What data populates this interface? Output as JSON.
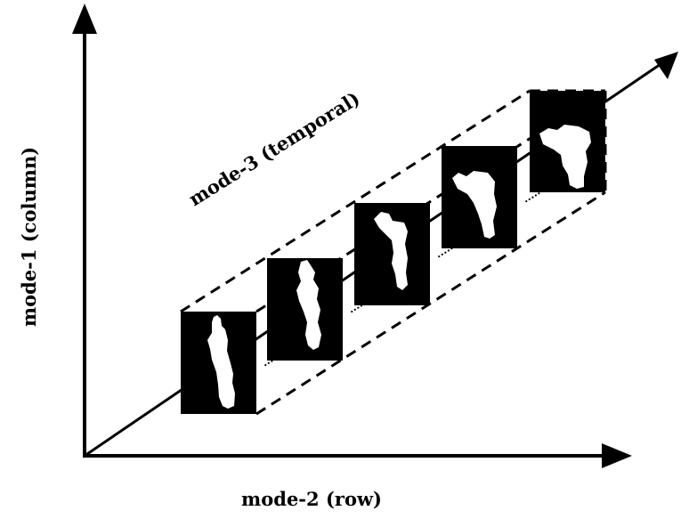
{
  "axes": {
    "mode1_label": "mode-1 (column)",
    "mode2_label": "mode-2 (row)",
    "mode3_label": "mode-3 (temporal)"
  },
  "frames": {
    "count": 5,
    "background_color": "#000000",
    "silhouette_color": "#ffffff"
  },
  "ellipsis": "....."
}
